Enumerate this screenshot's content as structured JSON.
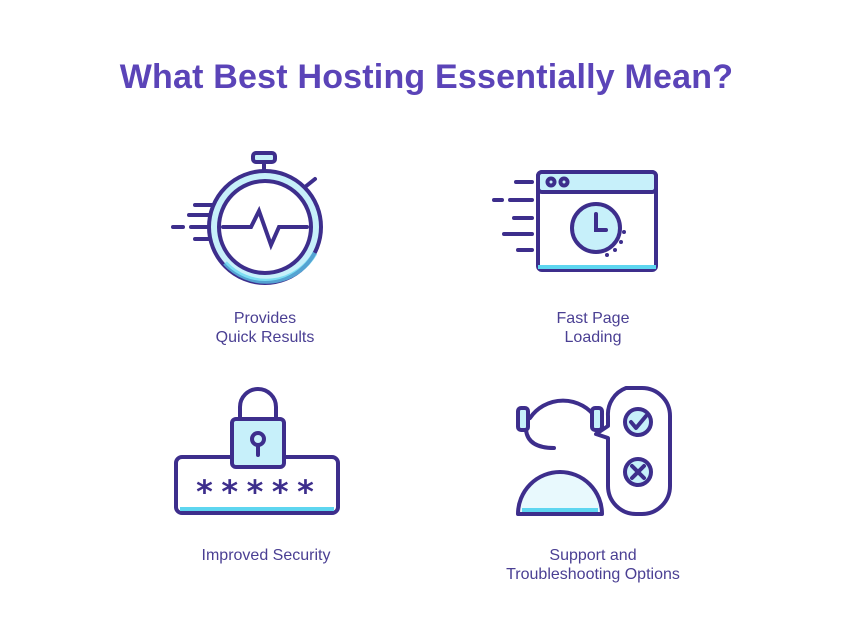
{
  "title": "What Best Hosting Essentially Mean?",
  "features": [
    {
      "icon": "stopwatch-icon",
      "lines": [
        "Provides",
        "Quick Results"
      ]
    },
    {
      "icon": "browser-clock-icon",
      "lines": [
        "Fast Page",
        "Loading"
      ]
    },
    {
      "icon": "padlock-password-icon",
      "lines": [
        "Improved Security"
      ],
      "password_mask": "*****"
    },
    {
      "icon": "support-agent-icon",
      "lines": [
        "Support and",
        "Troubleshooting Options"
      ]
    }
  ],
  "colors": {
    "title": "#5b44b8",
    "outline": "#3d2e8c",
    "accent_fill": "#c7f0fa",
    "accent_cyan": "#5ed6f0",
    "caption": "#4a3f93"
  }
}
